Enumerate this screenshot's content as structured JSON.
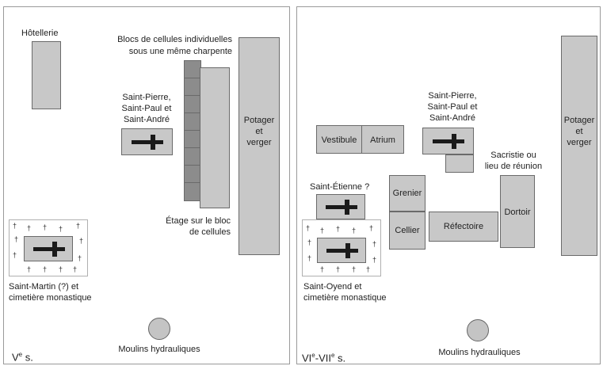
{
  "left": {
    "hotellerie": "Hôtellerie",
    "blocs_line1": "Blocs de cellules individuelles",
    "blocs_line2": "sous une même charpente",
    "church_line1": "Saint-Pierre,",
    "church_line2": "Saint-Paul et",
    "church_line3": "Saint-André",
    "potager_line1": "Potager",
    "potager_line2": "et",
    "potager_line3": "verger",
    "etage_line1": "Étage sur le bloc",
    "etage_line2": "de cellules",
    "martin_line1": "Saint-Martin (?) et",
    "martin_line2": "cimetière monastique",
    "moulins": "Moulins hydrauliques",
    "period_main": "V",
    "period_sup": "e",
    "period_tail": " s."
  },
  "right": {
    "church_line1": "Saint-Pierre,",
    "church_line2": "Saint-Paul et",
    "church_line3": "Saint-André",
    "vestibule": "Vestibule",
    "atrium": "Atrium",
    "sacristie_line1": "Sacristie ou",
    "sacristie_line2": "lieu de réunion",
    "etienne": "Saint-Étienne ?",
    "grenier": "Grenier",
    "cellier": "Cellier",
    "refectoire": "Réfectoire",
    "dortoir": "Dortoir",
    "potager_line1": "Potager",
    "potager_line2": "et",
    "potager_line3": "verger",
    "oyend_line1": "Saint-Oyend et",
    "oyend_line2": "cimetière monastique",
    "moulins": "Moulins hydrauliques",
    "period_a": "VI",
    "period_a_sup": "e",
    "period_b": "-VII",
    "period_b_sup": "e",
    "period_tail": " s."
  },
  "icons": {
    "cross": "latin-cross",
    "grave": "†"
  }
}
